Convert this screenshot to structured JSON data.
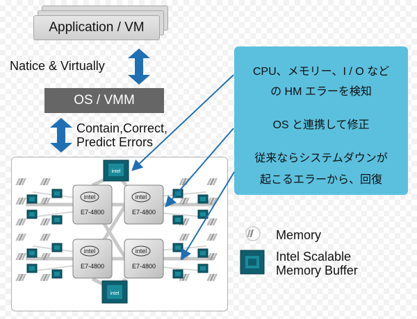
{
  "top": {
    "app_box": "Application / VM",
    "natice_label": "Natice & Virtually",
    "os_box": "OS / VMM",
    "contain_line1": "Contain,Correct,",
    "contain_line2": "Predict Errors"
  },
  "callout": {
    "line1": "CPU、メモリー、I / O など",
    "line2": "の HM エラーを検知",
    "line3": "OS と連携して修正",
    "line4": "従来ならシステムダウンが",
    "line5": "起こるエラーから、回復"
  },
  "chips": {
    "brand": "intel",
    "model": "E7-4800"
  },
  "legend": {
    "memory": "Memory",
    "buffer_line1": "Intel Scalable",
    "buffer_line2": "Memory Buffer"
  },
  "colors": {
    "arrow": "#1f6fb5",
    "callout_bg": "#5bc0de",
    "os_box": "#666666",
    "interconnect": "#c8c8c8",
    "buffer_chip": "#0e5f6e"
  }
}
